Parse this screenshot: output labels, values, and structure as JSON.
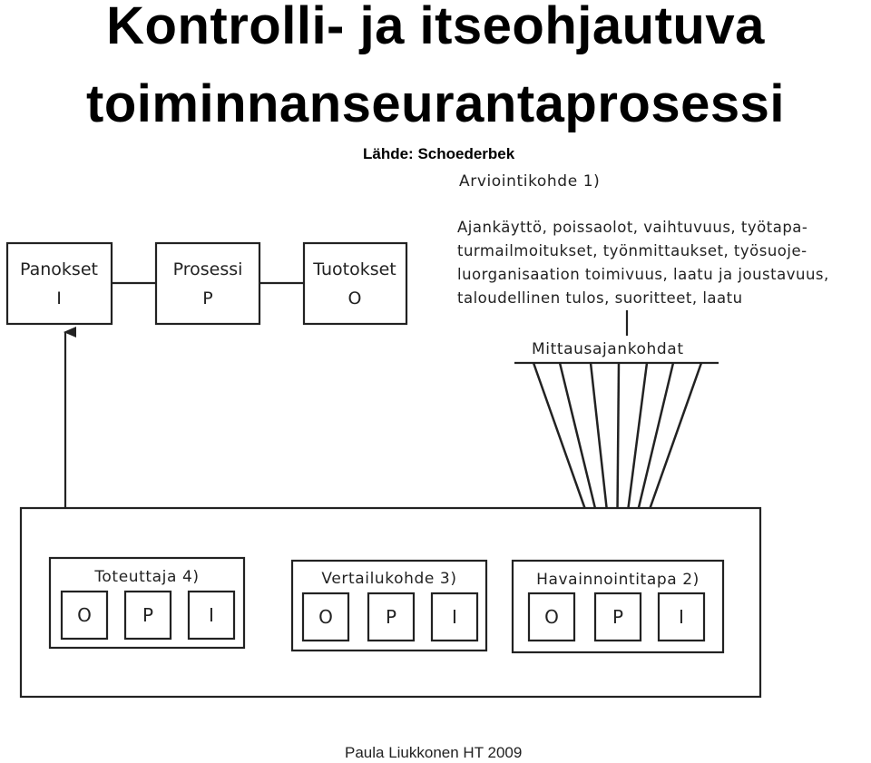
{
  "title": {
    "line1": "Kontrolli- ja itseohjautuva",
    "line2": "toiminnanseurantaprosessi"
  },
  "source": "Lähde: Schoederbek",
  "footer": "Paula Liukkonen HT 2009",
  "evaluation": {
    "heading": "Arviointikohde 1)",
    "criteria_lines": [
      "Ajankäyttö, poissaolot, vaihtuvuus, työtapa-",
      "turmailmoitukset, työnmittaukset, työsuoje-",
      "luorganisaation toimivuus, laatu ja joustavuus,",
      "taloudellinen tulos, suoritteet, laatu"
    ],
    "timing_label": "Mittausajankohdat"
  },
  "process": {
    "inputs": {
      "name": "Panokset",
      "letter": "I"
    },
    "process": {
      "name": "Prosessi",
      "letter": "P"
    },
    "outputs": {
      "name": "Tuotokset",
      "letter": "O"
    }
  },
  "groups": [
    {
      "title": "Toteuttaja 4)",
      "cells": [
        "O",
        "P",
        "I"
      ]
    },
    {
      "title": "Vertailukohde 3)",
      "cells": [
        "O",
        "P",
        "I"
      ]
    },
    {
      "title": "Havainnointitapa 2)",
      "cells": [
        "O",
        "P",
        "I"
      ]
    }
  ]
}
